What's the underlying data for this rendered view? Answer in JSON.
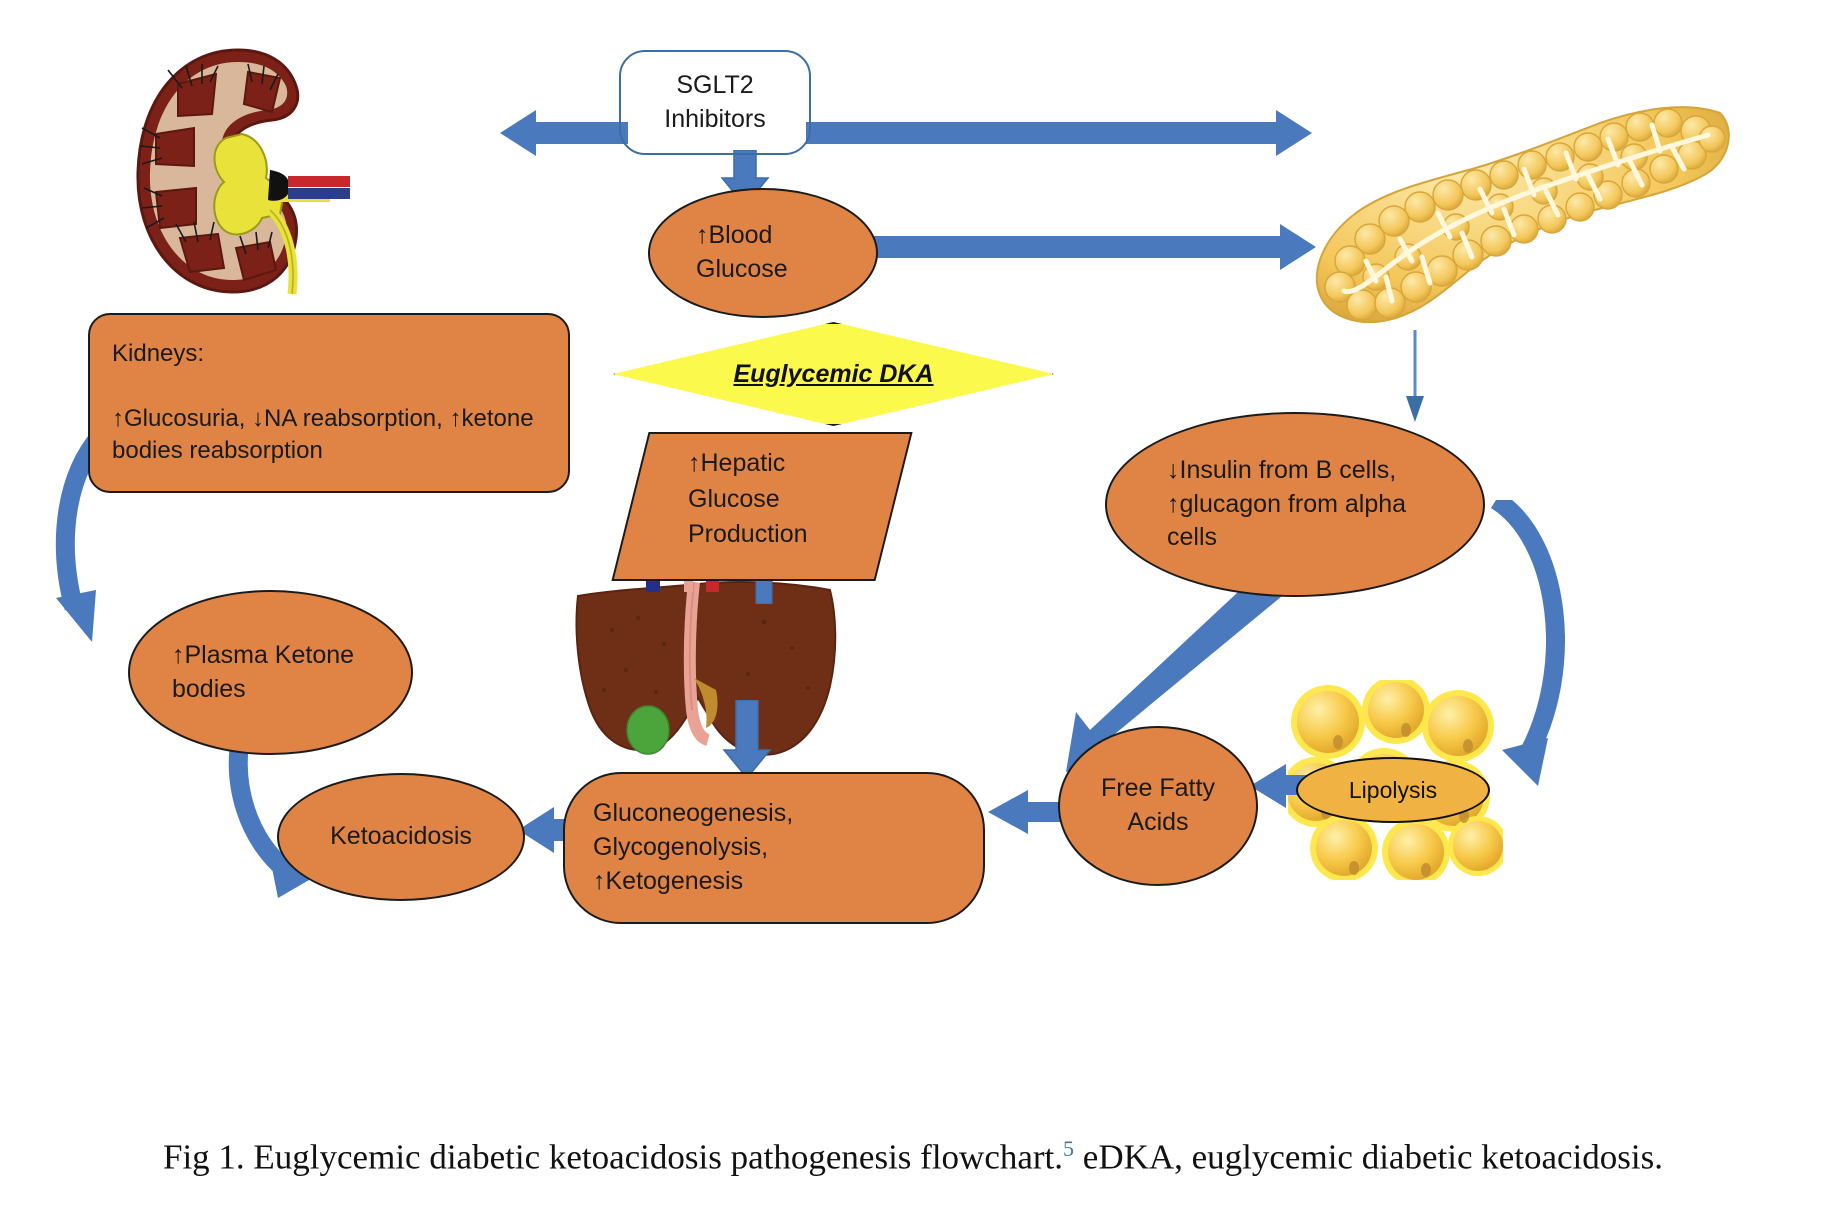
{
  "figure": {
    "caption_before": "Fig 1.  Euglycemic diabetic ketoacidosis pathogenesis flowchart.",
    "caption_ref": "5",
    "caption_after": " eDKA, euglycemic diabetic ketoacidosis."
  },
  "colors": {
    "node_fill": "#E08446",
    "node_stroke": "#1b1b1b",
    "arrow_blue": "#4A79BE",
    "sglt2_stroke": "#3A6EA5",
    "diamond_fill": "#FCF94D",
    "lipolysis_fill": "#F0B243",
    "fat_yellow": "#FFE24D",
    "caption_ref_color": "#3C78A8",
    "kidney_dark": "#7B2118",
    "liver_brown": "#6E2F16",
    "pancreas_yellow": "#F3C75A"
  },
  "nodes": {
    "sglt2": {
      "label": "SGLT2\nInhibitors",
      "line1": "SGLT2",
      "line2": "Inhibitors"
    },
    "blood_glucose": {
      "line1": "↑Blood",
      "line2": "Glucose"
    },
    "kidneys_box": {
      "title": "Kidneys:",
      "line2": " ↑Glucosuria, ↓NA reabsorption,  ↑ketone",
      "line3": "bodies reabsorption"
    },
    "dka_diamond": {
      "label": "Euglycemic DKA"
    },
    "hepatic": {
      "line1": "↑Hepatic",
      "line2": "Glucose",
      "line3": "Production"
    },
    "insulin": {
      "line1": "↓Insulin from B cells,",
      "line2": "↑glucagon from alpha",
      "line3": "cells"
    },
    "plasma_ketone": {
      "line1": "↑Plasma Ketone",
      "line2": "bodies"
    },
    "ketoacidosis": {
      "label": "Ketoacidosis"
    },
    "gluconeogenesis": {
      "line1": "Gluconeogenesis, Glycogenolysis,",
      "line2": "↑Ketogenesis"
    },
    "free_fatty_acids": {
      "line1": "Free Fatty",
      "line2": "Acids"
    },
    "lipolysis": {
      "label": "Lipolysis"
    }
  },
  "organs": {
    "kidney": "kidney-illustration",
    "pancreas": "pancreas-illustration",
    "liver": "liver-illustration",
    "adipocytes": "fat-cells-illustration"
  },
  "arrows": [
    {
      "name": "sglt2-to-kidney",
      "direction": "left"
    },
    {
      "name": "sglt2-to-pancreas",
      "direction": "right"
    },
    {
      "name": "sglt2-to-blood-glucose",
      "direction": "down"
    },
    {
      "name": "blood-glucose-to-pancreas",
      "direction": "right"
    },
    {
      "name": "pancreas-to-insulin",
      "direction": "down"
    },
    {
      "name": "kidneys-to-plasma-ketone",
      "direction": "down-curve"
    },
    {
      "name": "plasma-ketone-to-ketoacidosis",
      "direction": "down-curve"
    },
    {
      "name": "gluconeogenesis-to-ketoacidosis",
      "direction": "left"
    },
    {
      "name": "hepatic-to-gluconeogenesis",
      "direction": "down"
    },
    {
      "name": "gluconeogenesis-to-hepatic",
      "direction": "up"
    },
    {
      "name": "free-fatty-acids-to-gluconeogenesis",
      "direction": "left"
    },
    {
      "name": "lipolysis-to-free-fatty-acids",
      "direction": "left"
    },
    {
      "name": "insulin-to-gluconeogenesis",
      "direction": "down-left"
    },
    {
      "name": "insulin-to-lipolysis",
      "direction": "down-curve-right"
    }
  ]
}
